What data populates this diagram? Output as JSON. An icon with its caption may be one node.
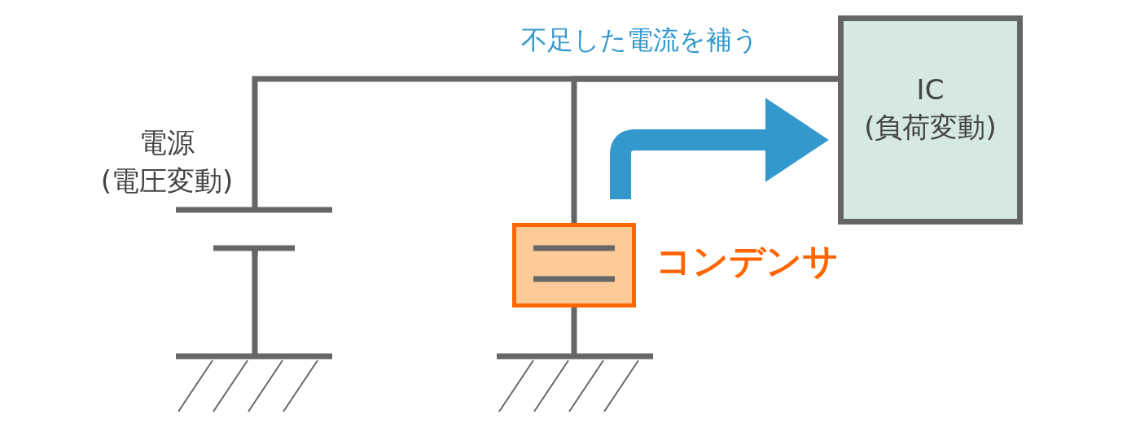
{
  "diagram": {
    "nodes": [
      {
        "text": [
          "電源",
          "(電圧変動)"
        ]
      },
      {
        "text": [
          "IC",
          "(負荷変動)"
        ]
      },
      {
        "text": [],
        "shape": "box",
        "beside": [
          "コンデンサ"
        ]
      }
    ],
    "edges": [
      {
        "from": 0,
        "to": 1,
        "arrow": "none"
      },
      {
        "from": 2,
        "to": 1,
        "arrow": "none"
      },
      {
        "from": 2,
        "to": 1,
        "arrow": "to",
        "style": "thick",
        "color": "#3399cc"
      }
    ],
    "labels": [
      "不足した電流を補う"
    ]
  }
}
